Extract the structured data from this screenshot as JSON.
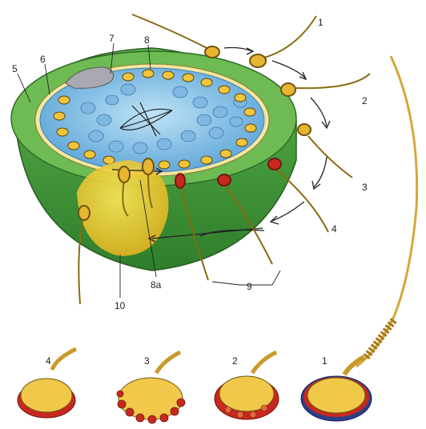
{
  "diagram": {
    "labels": {
      "l1": "1",
      "l2": "2",
      "l3": "3",
      "l4": "4",
      "l5": "5",
      "l6": "6",
      "l7": "7",
      "l8": "8",
      "l8a": "8a",
      "l9": "9",
      "l10": "10"
    },
    "stages": [
      "4",
      "3",
      "2",
      "1"
    ]
  },
  "colors": {
    "membrane_green": "#3f9a35",
    "cytoplasm_blue": "#8fc7e8",
    "sperm_yellow": "#e8b530",
    "acrosome_red": "#c8281e",
    "fertilization_cone": "#f2d21e"
  }
}
